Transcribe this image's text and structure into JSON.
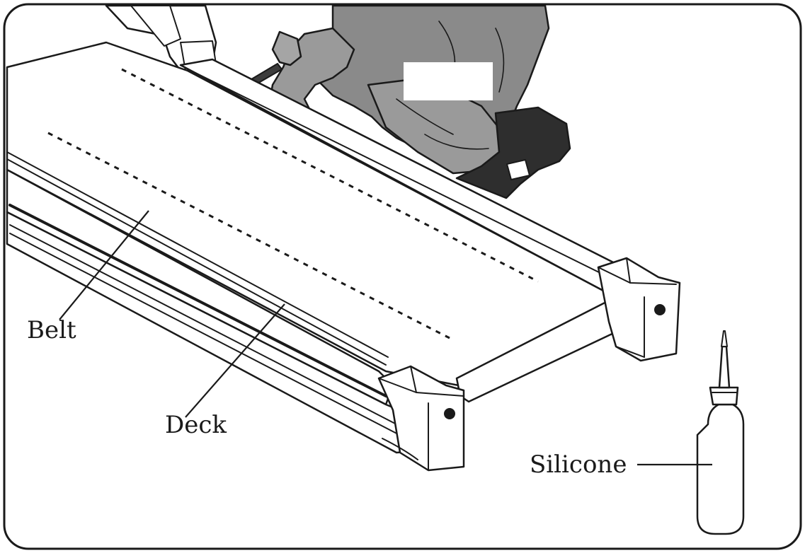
{
  "labels": {
    "belt": "Belt",
    "deck": "Deck",
    "silicone": "Silicone"
  },
  "colors": {
    "line": "#1a1a1a",
    "figure_fill": "#8a8a8a",
    "figure_dark": "#3c3c3c",
    "shoe": "#2e2e2e",
    "background": "#ffffff"
  }
}
